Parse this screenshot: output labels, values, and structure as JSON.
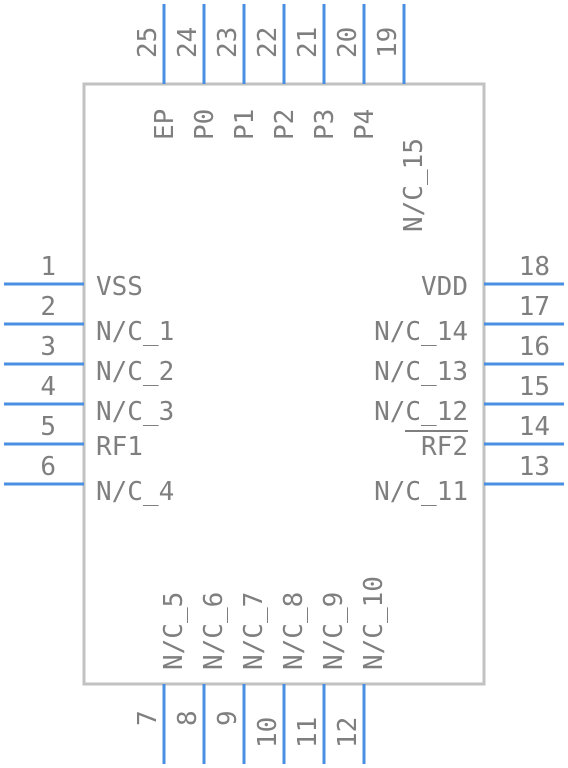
{
  "component": {
    "colors": {
      "pin": "#4a90e2",
      "body_stroke": "#c2c2c2",
      "text": "#7f7f7f"
    },
    "left_pins": [
      {
        "num": "1",
        "name": "VSS"
      },
      {
        "num": "2",
        "name": "N/C_1"
      },
      {
        "num": "3",
        "name": "N/C_2"
      },
      {
        "num": "4",
        "name": "N/C_3"
      },
      {
        "num": "5",
        "name": "RF1"
      },
      {
        "num": "6",
        "name": "N/C_4"
      }
    ],
    "right_pins": [
      {
        "num": "18",
        "name": "VDD"
      },
      {
        "num": "17",
        "name": "N/C_14"
      },
      {
        "num": "16",
        "name": "N/C_13"
      },
      {
        "num": "15",
        "name": "N/C_12"
      },
      {
        "num": "14",
        "name": "RF2"
      },
      {
        "num": "13",
        "name": "N/C_11"
      }
    ],
    "top_pins": [
      {
        "num": "25",
        "name": "EP"
      },
      {
        "num": "24",
        "name": "P0"
      },
      {
        "num": "23",
        "name": "P1"
      },
      {
        "num": "22",
        "name": "P2"
      },
      {
        "num": "21",
        "name": "P3"
      },
      {
        "num": "20",
        "name": "P4"
      },
      {
        "num": "19",
        "name": "N/C_15"
      }
    ],
    "bottom_pins": [
      {
        "num": "7",
        "name": "N/C_5"
      },
      {
        "num": "8",
        "name": "N/C_6"
      },
      {
        "num": "9",
        "name": "N/C_7"
      },
      {
        "num": "10",
        "name": "N/C_8"
      },
      {
        "num": "11",
        "name": "N/C_9"
      },
      {
        "num": "12",
        "name": "N/C_10"
      }
    ]
  }
}
